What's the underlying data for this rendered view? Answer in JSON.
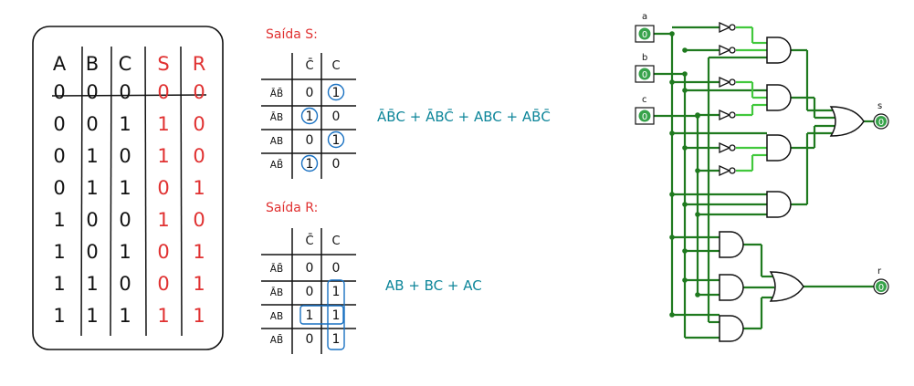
{
  "truth_table": {
    "headers": [
      "A",
      "B",
      "C",
      "S",
      "R"
    ],
    "rows": [
      [
        "0",
        "0",
        "0",
        "0",
        "0"
      ],
      [
        "0",
        "0",
        "1",
        "1",
        "0"
      ],
      [
        "0",
        "1",
        "0",
        "1",
        "0"
      ],
      [
        "0",
        "1",
        "1",
        "0",
        "1"
      ],
      [
        "1",
        "0",
        "0",
        "1",
        "0"
      ],
      [
        "1",
        "0",
        "1",
        "0",
        "1"
      ],
      [
        "1",
        "1",
        "0",
        "0",
        "1"
      ],
      [
        "1",
        "1",
        "1",
        "1",
        "1"
      ]
    ]
  },
  "kmap_s": {
    "title": "Saída S:",
    "col_headers": [
      "C̄",
      "C"
    ],
    "row_headers": [
      "ĀB̄",
      "ĀB",
      "AB",
      "AB̄"
    ],
    "cells": [
      [
        "0",
        "1"
      ],
      [
        "1",
        "0"
      ],
      [
        "0",
        "1"
      ],
      [
        "1",
        "0"
      ]
    ],
    "expression": "ĀB̄C + ĀBC̄ + ABC + AB̄C̄"
  },
  "kmap_r": {
    "title": "Saída R:",
    "col_headers": [
      "C̄",
      "C"
    ],
    "row_headers": [
      "ĀB̄",
      "ĀB",
      "AB",
      "AB̄"
    ],
    "cells": [
      [
        "0",
        "0"
      ],
      [
        "0",
        "1"
      ],
      [
        "1",
        "1"
      ],
      [
        "0",
        "1"
      ]
    ],
    "expression": "AB + BC + AC"
  },
  "circuit": {
    "inputs": [
      "a",
      "b",
      "c"
    ],
    "outputs": [
      "s",
      "r"
    ],
    "pin_value": "0"
  },
  "colors": {
    "ink": "#111111",
    "red": "#e03131",
    "blue": "#1971c2",
    "teal": "#0c8599",
    "wire": "#1f7a1f",
    "wire_light": "#41c83c",
    "pin": "#37a24a"
  }
}
